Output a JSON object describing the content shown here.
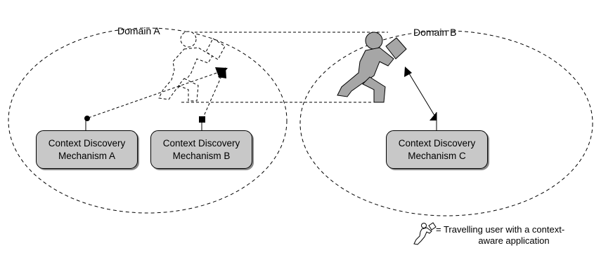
{
  "domains": {
    "a": {
      "label": "Domain A"
    },
    "b": {
      "label": "Domain B"
    }
  },
  "mechanisms": {
    "a": {
      "line1": "Context Discovery",
      "line2": "Mechanism A"
    },
    "b": {
      "line1": "Context Discovery",
      "line2": "Mechanism B"
    },
    "c": {
      "line1": "Context Discovery",
      "line2": "Mechanism C"
    }
  },
  "legend": {
    "line1": "= Travelling user with a context-",
    "line2": "aware application"
  },
  "colors": {
    "box_fill": "#c8c8c8",
    "figure_fill": "#a6a6a6",
    "stroke": "#000000"
  }
}
